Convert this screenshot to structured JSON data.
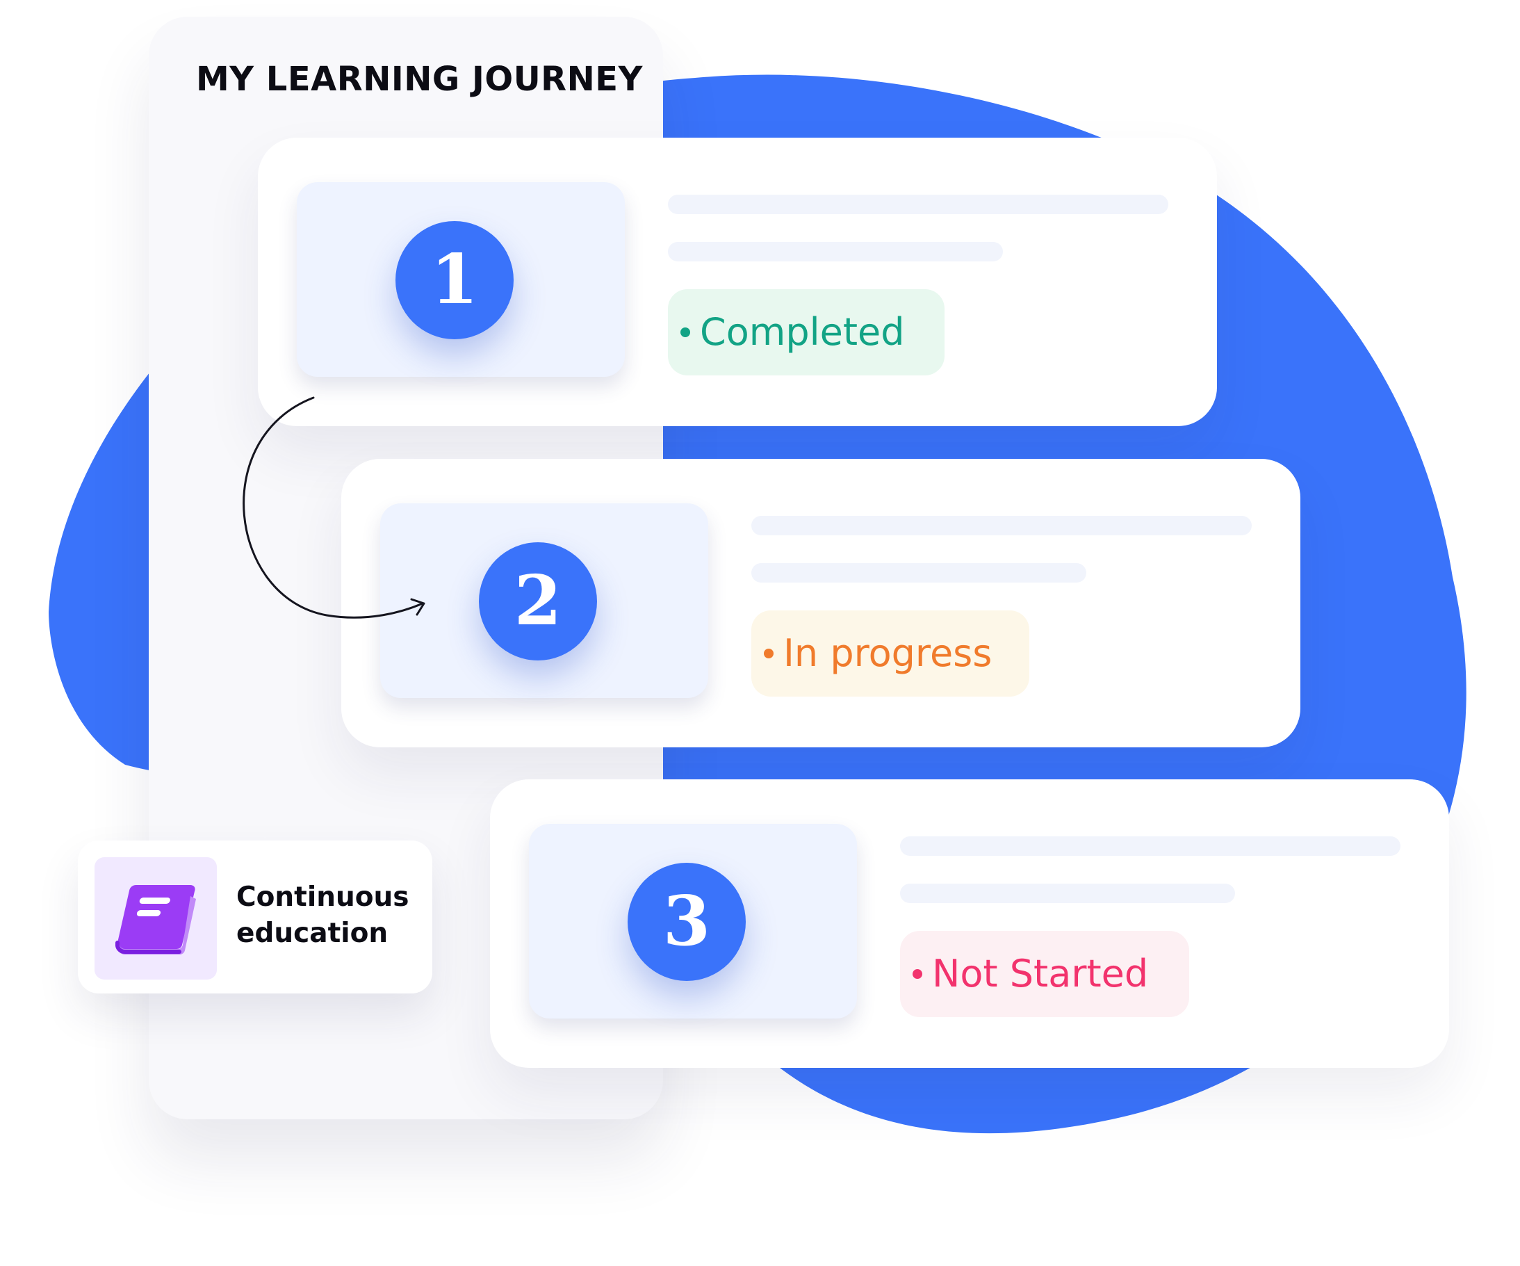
{
  "title": "MY LEARNING JOURNEY",
  "accent_color": "#3a73fa",
  "steps": [
    {
      "number": "1",
      "status": "Completed",
      "status_color": "#12a385"
    },
    {
      "number": "2",
      "status": "In progress",
      "status_color": "#f07b2c"
    },
    {
      "number": "3",
      "status": "Not Started",
      "status_color": "#f2336d"
    }
  ],
  "side_card": {
    "icon": "book-icon",
    "label": "Continuous education",
    "icon_color": "#9b3cf5"
  }
}
